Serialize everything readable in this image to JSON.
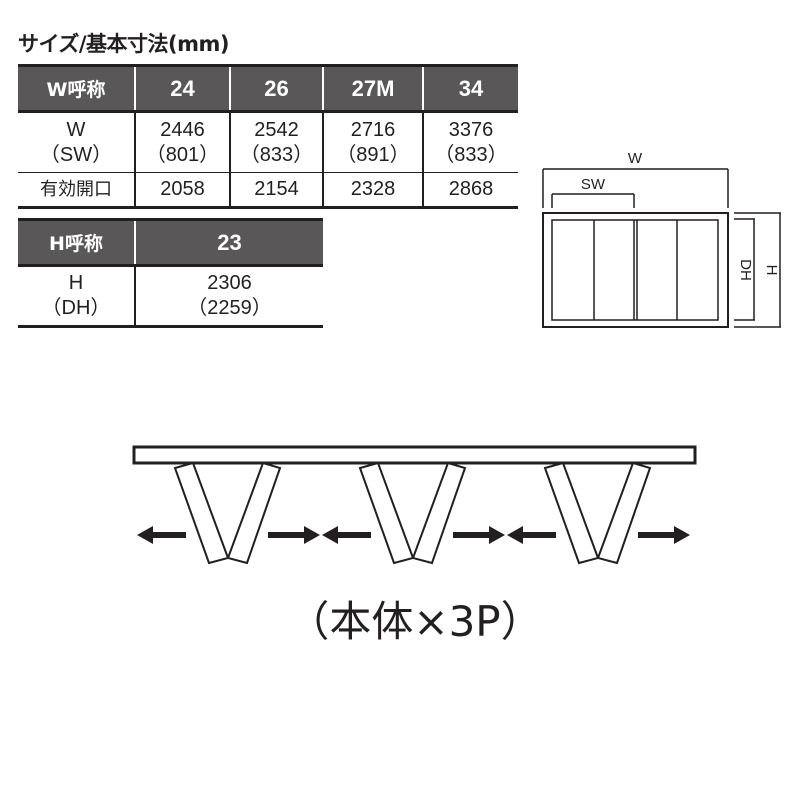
{
  "title": "サイズ/基本寸法(mm)",
  "width_table": {
    "header": [
      "W呼称",
      "24",
      "26",
      "27M",
      "34"
    ],
    "rows": [
      {
        "label": [
          "W",
          "（SW）"
        ],
        "values": [
          [
            "2446",
            "（801）"
          ],
          [
            "2542",
            "（833）"
          ],
          [
            "2716",
            "（891）"
          ],
          [
            "3376",
            "（833）"
          ]
        ]
      },
      {
        "label": [
          "有効開口"
        ],
        "values": [
          [
            "2058"
          ],
          [
            "2154"
          ],
          [
            "2328"
          ],
          [
            "2868"
          ]
        ]
      }
    ]
  },
  "height_table": {
    "header": [
      "H呼称",
      "23"
    ],
    "rows": [
      {
        "label": [
          "H",
          "（DH）"
        ],
        "values": [
          [
            "2306",
            "（2259）"
          ]
        ]
      }
    ]
  },
  "front_diagram": {
    "w_label": "W",
    "sw_label": "SW",
    "dh_label": "DH",
    "h_label": "H"
  },
  "plan_diagram": {
    "caption": "（本体×3P）",
    "units": 3
  }
}
